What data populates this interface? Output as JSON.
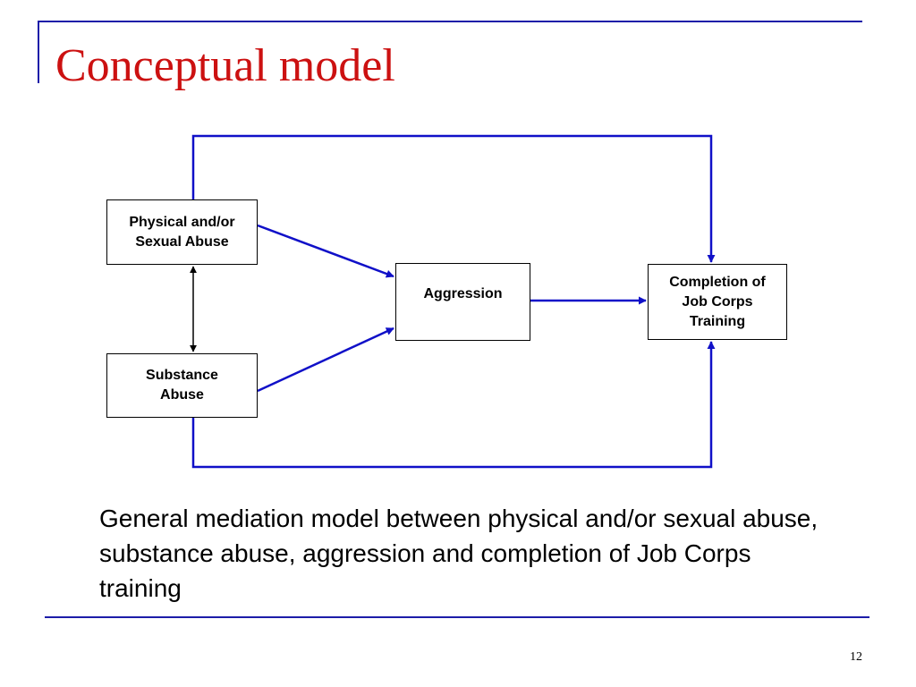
{
  "slide": {
    "title": "Conceptual model",
    "page_number": "12"
  },
  "diagram": {
    "nodes": {
      "abuse": "Physical and/or\nSexual Abuse",
      "substance": "Substance\nAbuse",
      "aggression": "Aggression",
      "completion": "Completion of\nJob Corps\nTraining"
    },
    "edges": [
      {
        "from": "abuse",
        "to": "aggression",
        "style": "directed"
      },
      {
        "from": "substance",
        "to": "aggression",
        "style": "directed"
      },
      {
        "from": "aggression",
        "to": "completion",
        "style": "directed"
      },
      {
        "from": "abuse",
        "to": "completion",
        "style": "directed"
      },
      {
        "from": "substance",
        "to": "completion",
        "style": "directed"
      },
      {
        "from": "abuse",
        "to": "substance",
        "style": "bidirectional"
      }
    ],
    "colors": {
      "path_arrow": "#1010c8",
      "correlation_arrow": "#000000",
      "title": "#cc1111",
      "frame": "#1c1ca8"
    }
  },
  "caption": "General mediation model between physical and/or sexual abuse, substance abuse, aggression and completion of Job Corps training"
}
